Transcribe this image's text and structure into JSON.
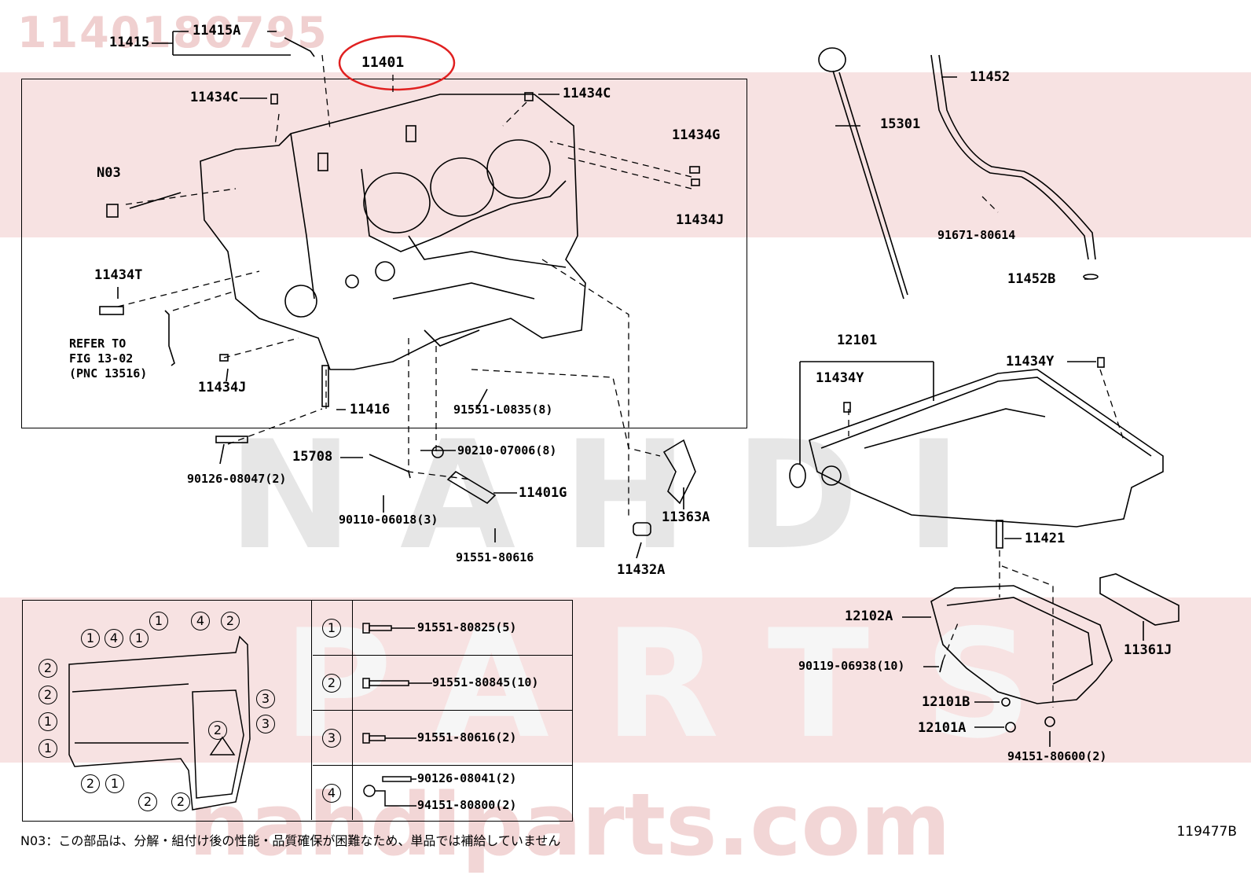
{
  "part_number_watermark": "1140180795",
  "watermark_lines": [
    "NAHDI",
    "PARTS",
    "nahdiparts.com"
  ],
  "highlighted_part": "11401",
  "labels": {
    "l11415": "11415",
    "l11415A": "11415A",
    "l11401": "11401",
    "l11434C_left": "11434C",
    "l11434C_right": "11434C",
    "l11434G": "11434G",
    "l11434J_right": "11434J",
    "lN03": "N03",
    "l11434T": "11434T",
    "l11434J_left": "11434J",
    "l11416": "11416",
    "l91551L0835": "91551-L0835(8)",
    "l90126_08047": "90126-08047(2)",
    "l15708": "15708",
    "l90210": "90210-07006(8)",
    "l11401G": "11401G",
    "l90110": "90110-06018(3)",
    "l91551_80616": "91551-80616",
    "l11363A": "11363A",
    "l11432A": "11432A",
    "l11452": "11452",
    "l15301": "15301",
    "l91671": "91671-80614",
    "l11452B": "11452B",
    "l12101": "12101",
    "l11434Y_left": "11434Y",
    "l11434Y_right": "11434Y",
    "l11421": "11421",
    "l12102A": "12102A",
    "l11361J": "11361J",
    "l90119": "90119-06938(10)",
    "l12101B": "12101B",
    "l12101A": "12101A",
    "l94151_80600": "94151-80600(2)"
  },
  "refer_note": [
    "REFER TO",
    "FIG 13-02",
    "(PNC 13516)"
  ],
  "legend": [
    {
      "marker": "1",
      "parts": [
        "91551-80825(5)"
      ]
    },
    {
      "marker": "2",
      "parts": [
        "91551-80845(10)"
      ]
    },
    {
      "marker": "3",
      "parts": [
        "91551-80616(2)"
      ]
    },
    {
      "marker": "4",
      "parts": [
        "90126-08041(2)",
        "94151-80800(2)"
      ]
    }
  ],
  "pan_markers": {
    "top_row": [
      "1",
      "4",
      "1",
      "1",
      "4",
      "2"
    ],
    "left_col": [
      "2",
      "2",
      "1",
      "1"
    ],
    "right_col": [
      "3",
      "3"
    ],
    "bottom_row": [
      "2",
      "1",
      "2",
      "2"
    ],
    "center": "2"
  },
  "footnote": "N03：この部品は、分解・組付け後の性能・品質確保が困難なため、単品では補給していません",
  "figure_ref": "119477B"
}
